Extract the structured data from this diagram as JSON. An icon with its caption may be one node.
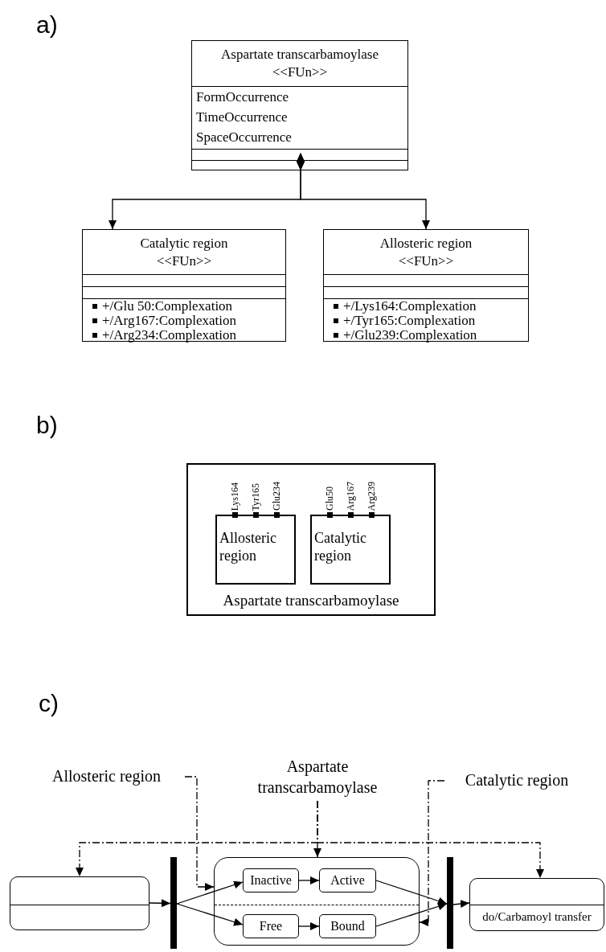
{
  "diagram": {
    "nodes": [
      {
        "text": [
          "Aspartate transcarbamoylase",
          "<<FUn>>",
          "FormOccurrence",
          "TimeOccurrence",
          "SpaceOccurrence"
        ]
      },
      {
        "text": [
          "Catalytic region",
          "<<FUn>>",
          "+/Glu 50:Complexation",
          "+/Arg167:Complexation",
          "+/Arg234:Complexation"
        ]
      },
      {
        "text": [
          "Allosteric region",
          "<<FUn>>",
          "+/Lys164:Complexation",
          "+/Tyr165:Complexation",
          "+/Glu239:Complexation"
        ]
      },
      {
        "text": [
          "Aspartate transcarbamoylase"
        ]
      },
      {
        "text": [
          "Allosteric region"
        ],
        "in": 3,
        "beside": [
          "Lys164",
          "Tyr165",
          "Glu234"
        ]
      },
      {
        "text": [
          "Catalytic region"
        ],
        "in": 3,
        "beside": [
          "Glu50",
          "Arg167",
          "Arg239"
        ]
      },
      {
        "text": [
          "Allosteric region"
        ]
      },
      {
        "text": [
          "Aspartate transcarbamoylase"
        ]
      },
      {
        "text": [
          "Catalytic region"
        ]
      },
      {
        "text": [],
        "shape": "box"
      },
      {
        "text": [],
        "shape": "bar"
      },
      {
        "text": [],
        "shape": "box"
      },
      {
        "text": [
          "Inactive"
        ],
        "in": 11
      },
      {
        "text": [
          "Active"
        ],
        "in": 11
      },
      {
        "text": [
          "Free"
        ],
        "in": 11
      },
      {
        "text": [
          "Bound"
        ],
        "in": 11
      },
      {
        "text": [],
        "shape": "bar"
      },
      {
        "text": [
          "do/Carbamoyl transfer"
        ]
      }
    ],
    "edges": [
      {
        "from": 0,
        "to": 1,
        "arrow": "to"
      },
      {
        "from": 0,
        "to": 2,
        "arrow": "to"
      },
      {
        "from": 6,
        "to": 11,
        "arrow": "to",
        "style": "dashed"
      },
      {
        "from": 7,
        "to": 11,
        "arrow": "to",
        "style": "dashed"
      },
      {
        "from": 7,
        "to": 9,
        "arrow": "to",
        "style": "dashed"
      },
      {
        "from": 7,
        "to": 17,
        "arrow": "to",
        "style": "dashed"
      },
      {
        "from": 8,
        "to": 11,
        "arrow": "to",
        "style": "dashed"
      },
      {
        "from": 9,
        "to": 10,
        "arrow": "to"
      },
      {
        "from": 10,
        "to": 12,
        "arrow": "to"
      },
      {
        "from": 10,
        "to": 14,
        "arrow": "to"
      },
      {
        "from": 12,
        "to": 13,
        "arrow": "to"
      },
      {
        "from": 14,
        "to": 15,
        "arrow": "to"
      },
      {
        "from": 13,
        "to": 16,
        "arrow": "to"
      },
      {
        "from": 15,
        "to": 16,
        "arrow": "to"
      },
      {
        "from": 16,
        "to": 17,
        "arrow": "to"
      }
    ],
    "labels": [
      "a)",
      "b)",
      "c)"
    ]
  }
}
